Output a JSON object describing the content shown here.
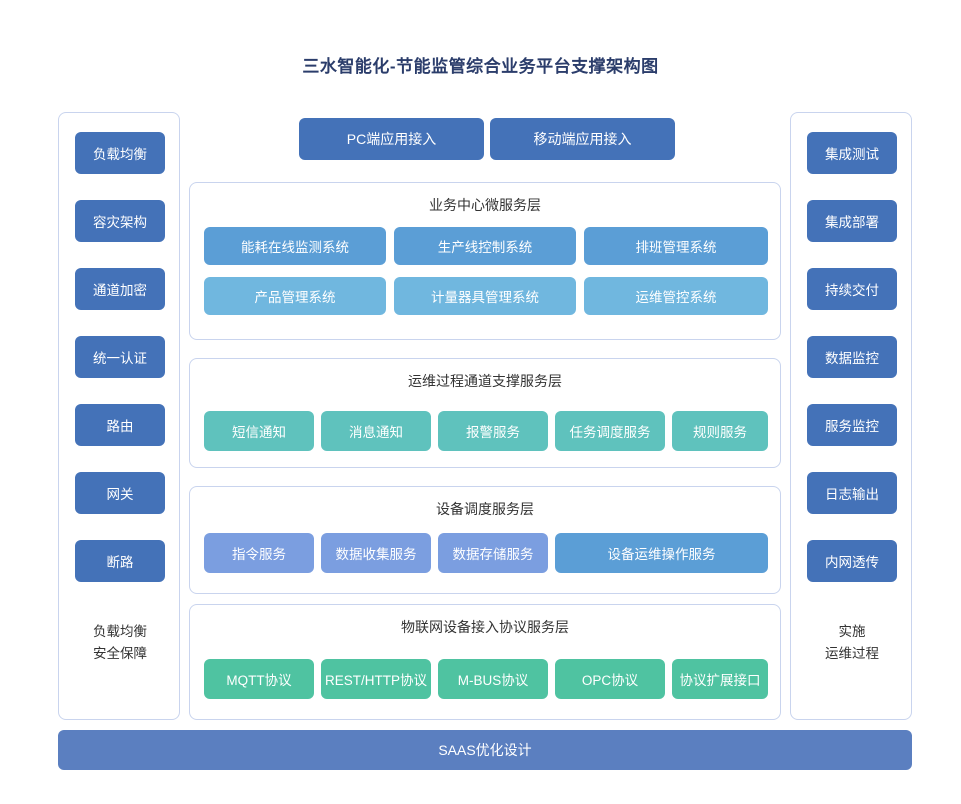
{
  "title": "三水智能化-节能监管综合业务平台支撑架构图",
  "colors": {
    "deep_blue": "#4472b8",
    "mid_blue": "#5b9ed6",
    "light_blue": "#7cc0e0",
    "teal": "#5fc2bd",
    "green_teal": "#4fc3a1",
    "panel_border": "#c9d4ee",
    "title_color": "#2b3d6b",
    "saas_bar": "#5b7fc0"
  },
  "left_column": {
    "items": [
      {
        "label": "负载均衡"
      },
      {
        "label": "容灾架构"
      },
      {
        "label": "通道加密"
      },
      {
        "label": "统一认证"
      },
      {
        "label": "路由"
      },
      {
        "label": "网关"
      },
      {
        "label": "断路"
      }
    ],
    "footer_line1": "负载均衡",
    "footer_line2": "安全保障"
  },
  "right_column": {
    "items": [
      {
        "label": "集成测试"
      },
      {
        "label": "集成部署"
      },
      {
        "label": "持续交付"
      },
      {
        "label": "数据监控"
      },
      {
        "label": "服务监控"
      },
      {
        "label": "日志输出"
      },
      {
        "label": "内网透传"
      }
    ],
    "footer_line1": "实施",
    "footer_line2": "运维过程"
  },
  "access": {
    "pc": "PC端应用接入",
    "mobile": "移动端应用接入"
  },
  "layers": [
    {
      "id": "business",
      "title": "业务中心微服务层",
      "rows": [
        [
          {
            "label": "能耗在线监测系统"
          },
          {
            "label": "生产线控制系统"
          },
          {
            "label": "排班管理系统"
          }
        ],
        [
          {
            "label": "产品管理系统"
          },
          {
            "label": "计量器具管理系统"
          },
          {
            "label": "运维管控系统"
          }
        ]
      ]
    },
    {
      "id": "ops",
      "title": "运维过程通道支撑服务层",
      "rows": [
        [
          {
            "label": "短信通知"
          },
          {
            "label": "消息通知"
          },
          {
            "label": "报警服务"
          },
          {
            "label": "任务调度服务"
          },
          {
            "label": "规则服务"
          }
        ]
      ]
    },
    {
      "id": "device",
      "title": "设备调度服务层",
      "rows": [
        [
          {
            "label": "指令服务"
          },
          {
            "label": "数据收集服务"
          },
          {
            "label": "数据存储服务"
          },
          {
            "label": "设备运维操作服务"
          }
        ]
      ]
    },
    {
      "id": "iot",
      "title": "物联网设备接入协议服务层",
      "rows": [
        [
          {
            "label": "MQTT协议"
          },
          {
            "label": "REST/HTTP协议"
          },
          {
            "label": "M-BUS协议"
          },
          {
            "label": "OPC协议"
          },
          {
            "label": "协议扩展接口"
          }
        ]
      ]
    }
  ],
  "footer_bar": "SAAS优化设计"
}
